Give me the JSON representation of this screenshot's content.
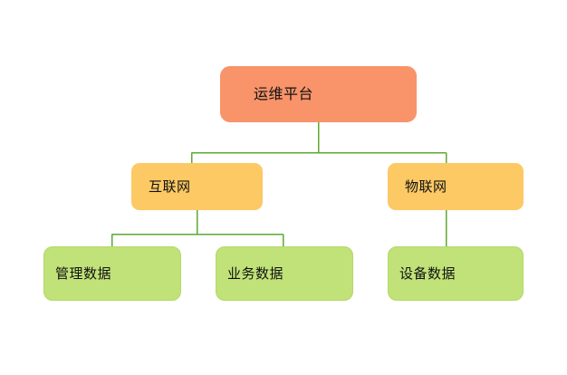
{
  "diagram": {
    "type": "org-tree",
    "background": "#ffffff",
    "palette": {
      "root_fill": "#f8936a",
      "level2_fill": "#fcc964",
      "level3_fill": "#c0e278",
      "level3_stroke": "#b2d86a",
      "connector": "#5ca832",
      "text": "#111111"
    },
    "root": {
      "label": "运维平台"
    },
    "level2": [
      {
        "label": "互联网"
      },
      {
        "label": "物联网"
      }
    ],
    "level3": [
      {
        "label": "管理数据",
        "parent": "互联网"
      },
      {
        "label": "业务数据",
        "parent": "互联网"
      },
      {
        "label": "设备数据",
        "parent": "物联网"
      }
    ]
  }
}
